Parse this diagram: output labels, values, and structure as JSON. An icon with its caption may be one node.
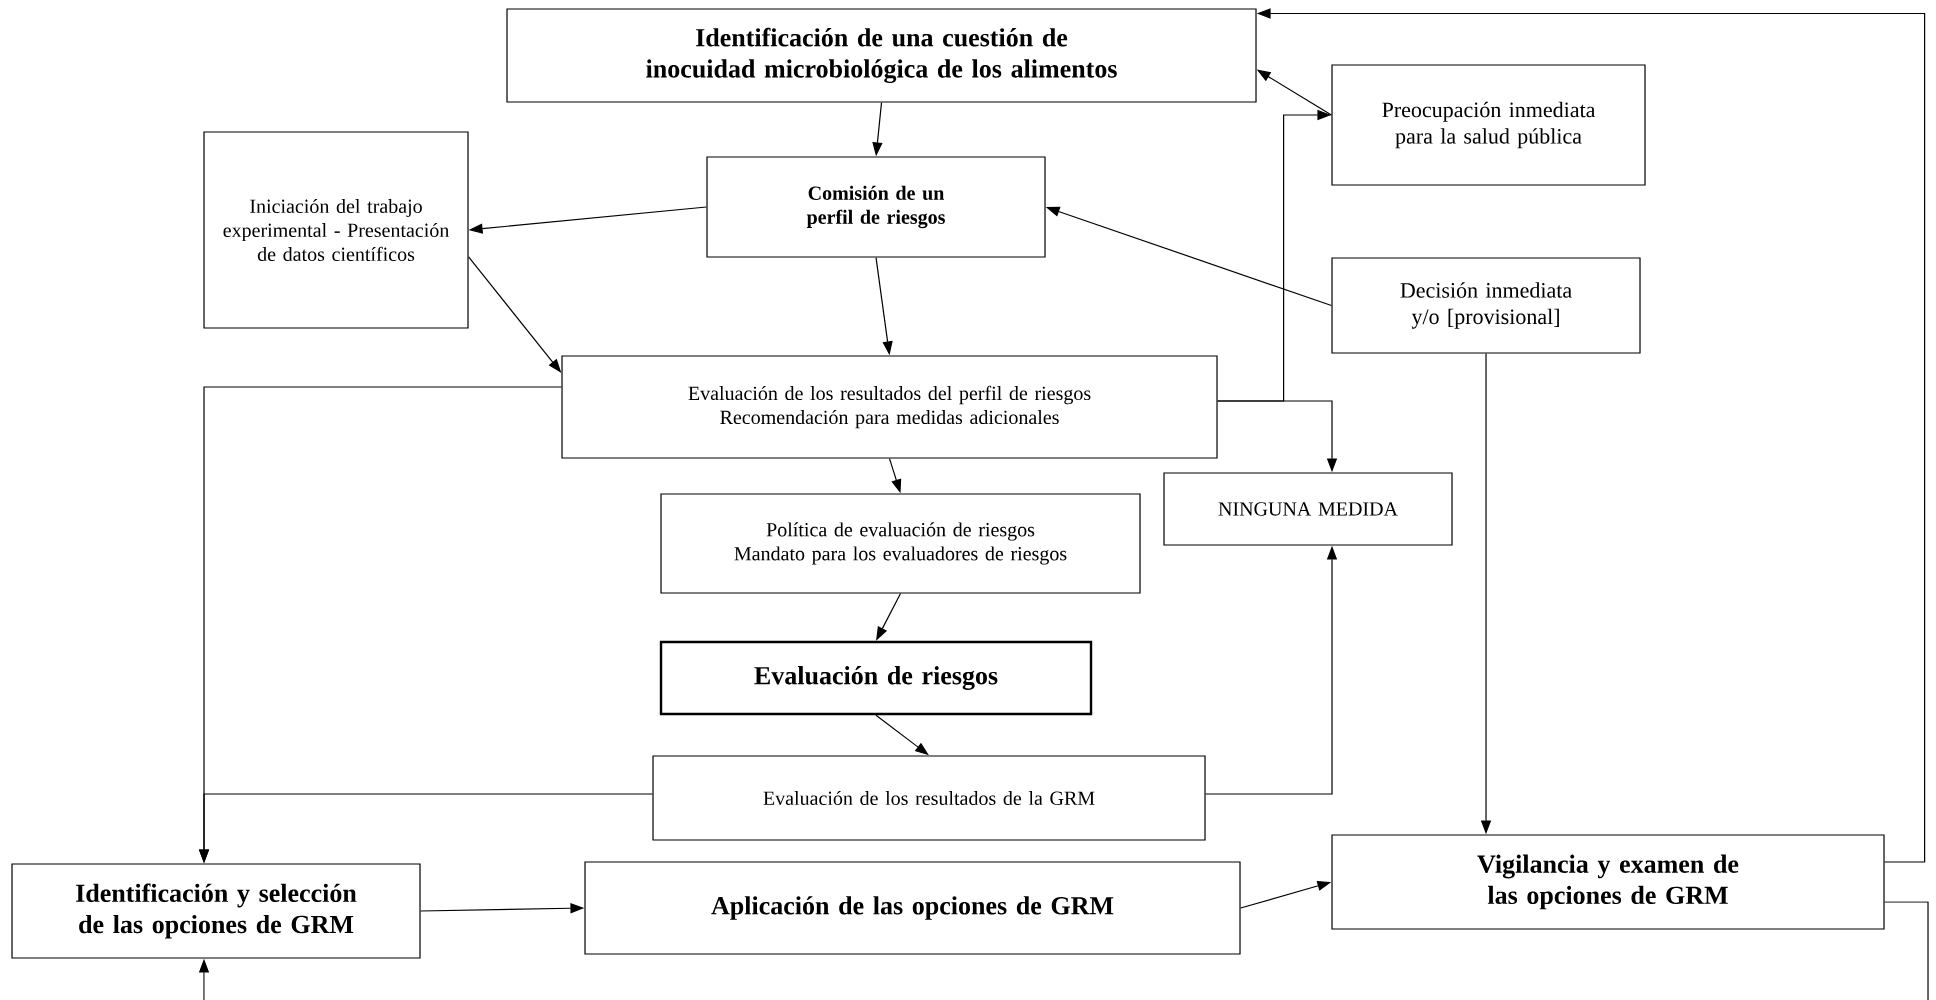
{
  "diagram": {
    "nodes": [
      {
        "text": [
          "Identificación de una cuestión de inocuidad microbiológica de los alimentos"
        ]
      },
      {
        "text": [
          "Comisión de un perfil de riesgos"
        ]
      },
      {
        "text": [
          "Iniciación del trabajo experimental - Presentación de datos científicos"
        ]
      },
      {
        "text": [
          "Preocupación inmediata para la salud pública"
        ]
      },
      {
        "text": [
          "Decisión inmediata y/o [provisional]"
        ]
      },
      {
        "text": [
          "Evaluación de los resultados del perfil de riesgos Recomendación para medidas adicionales"
        ]
      },
      {
        "text": [
          "Política de evaluación de riesgos Mandato para los evaluadores de riesgos"
        ]
      },
      {
        "text": [
          "NINGUNA MEDIDA"
        ]
      },
      {
        "text": [
          "Evaluación de riesgos"
        ]
      },
      {
        "text": [
          "Evaluación de los resultados de la GRM"
        ]
      },
      {
        "text": [
          "Identificación y selección de las opciones de GRM"
        ]
      },
      {
        "text": [
          "Aplicación de las opciones de GRM"
        ]
      },
      {
        "text": [
          "Vigilancia y examen de las opciones de GRM"
        ]
      }
    ],
    "edges": [
      {
        "from": 0,
        "to": 1,
        "arrow": "to"
      },
      {
        "from": 1,
        "to": 2,
        "arrow": "to"
      },
      {
        "from": 1,
        "to": 5,
        "arrow": "to"
      },
      {
        "from": 2,
        "to": 5,
        "arrow": "to"
      },
      {
        "from": 4,
        "to": 1,
        "arrow": "to"
      },
      {
        "from": 3,
        "to": 0,
        "arrow": "to"
      },
      {
        "from": 5,
        "to": 3,
        "arrow": "to"
      },
      {
        "from": 5,
        "to": 7,
        "arrow": "to"
      },
      {
        "from": 5,
        "to": 6,
        "arrow": "to"
      },
      {
        "from": 5,
        "to": 10,
        "arrow": "to"
      },
      {
        "from": 9,
        "to": 10,
        "arrow": "to"
      },
      {
        "from": 9,
        "to": 7,
        "arrow": "to"
      },
      {
        "from": 6,
        "to": 8,
        "arrow": "to"
      },
      {
        "from": 8,
        "to": 9,
        "arrow": "to"
      },
      {
        "from": 10,
        "to": 11,
        "arrow": "to"
      },
      {
        "from": 11,
        "to": 12,
        "arrow": "to"
      },
      {
        "from": 4,
        "to": 12,
        "arrow": "to"
      },
      {
        "from": 12,
        "to": 0,
        "arrow": "to"
      },
      {
        "from": 12,
        "to": null,
        "arrow": "none"
      },
      {
        "from": null,
        "to": 10,
        "arrow": "to"
      }
    ]
  }
}
